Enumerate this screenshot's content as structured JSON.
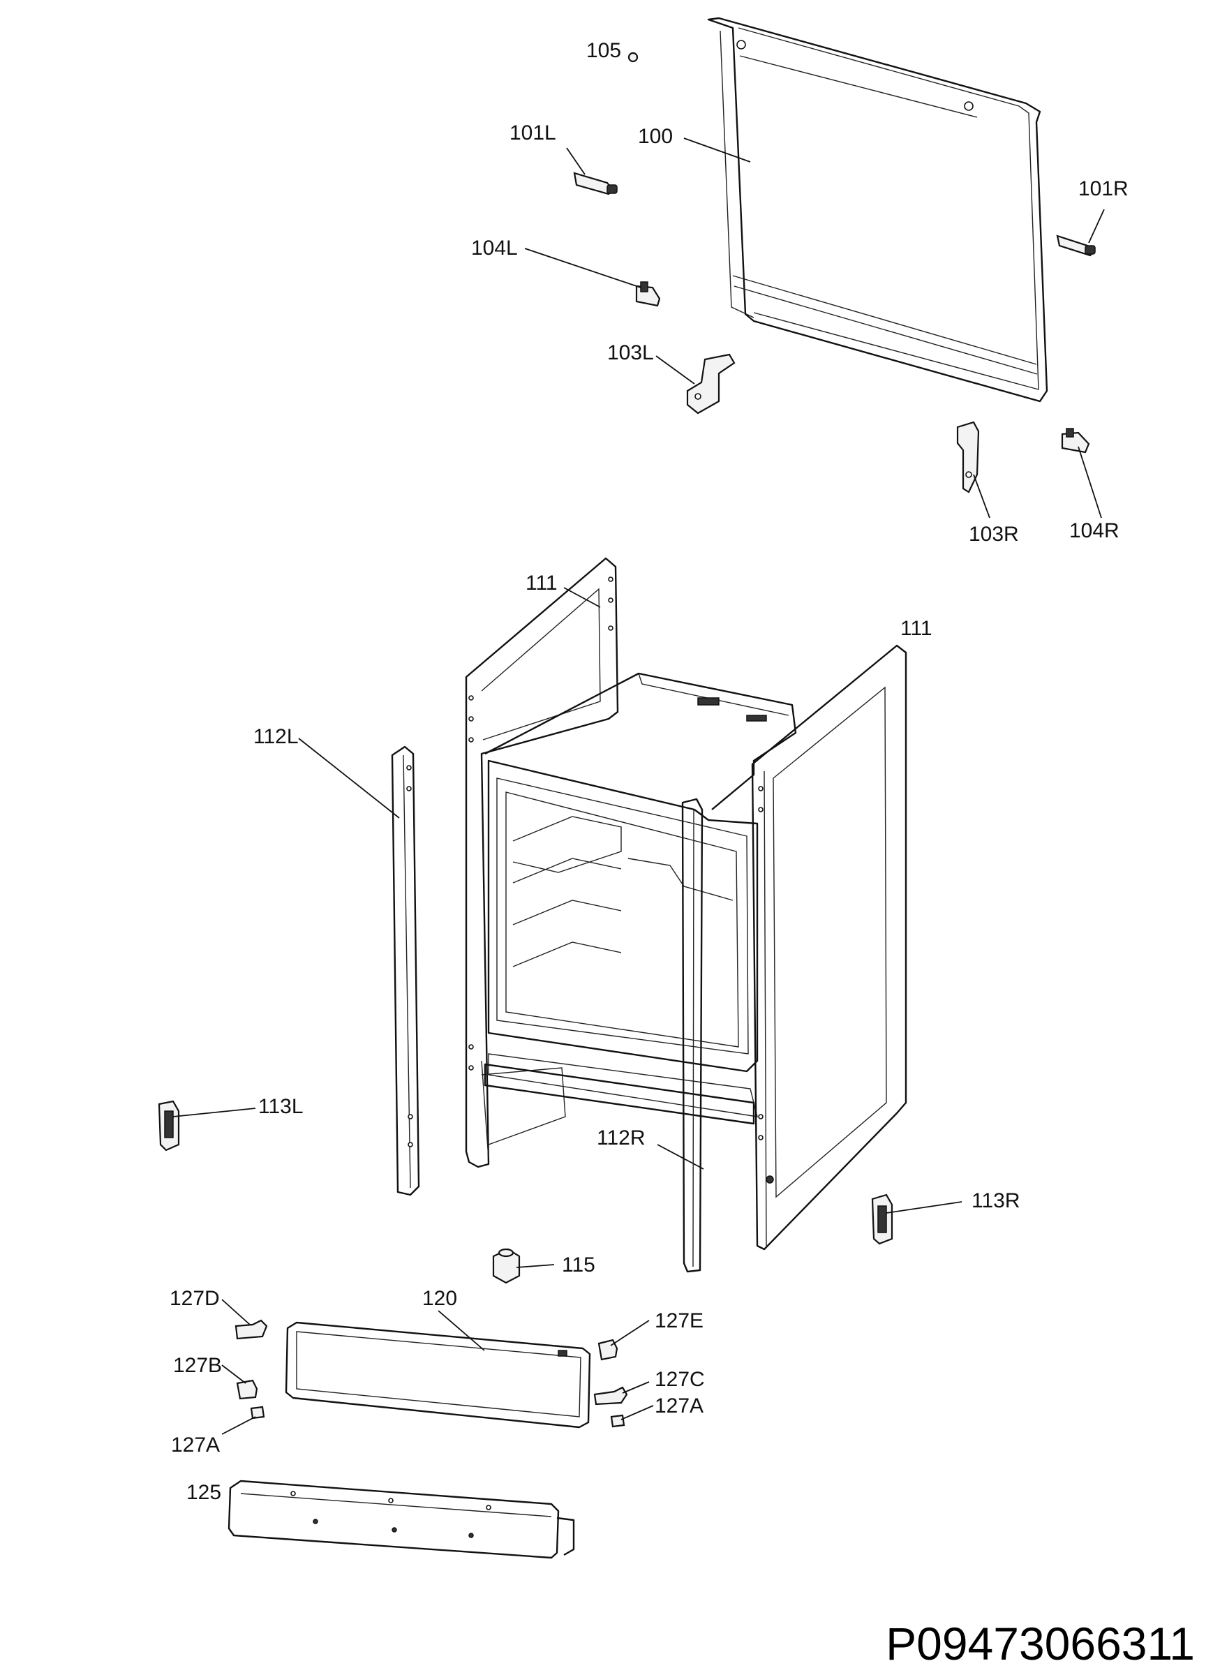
{
  "labels": {
    "l105": "105",
    "l100": "100",
    "l101L": "101L",
    "l101R": "101R",
    "l104L": "104L",
    "l103L": "103L",
    "l103R": "103R",
    "l104R": "104R",
    "l111a": "111",
    "l111b": "111",
    "l112L": "112L",
    "l112R": "112R",
    "l113L": "113L",
    "l113R": "113R",
    "l115": "115",
    "l120": "120",
    "l125": "125",
    "l127D": "127D",
    "l127B": "127B",
    "l127A1": "127A",
    "l127E": "127E",
    "l127C": "127C",
    "l127A2": "127A"
  },
  "drawing_code": "P09473066311"
}
